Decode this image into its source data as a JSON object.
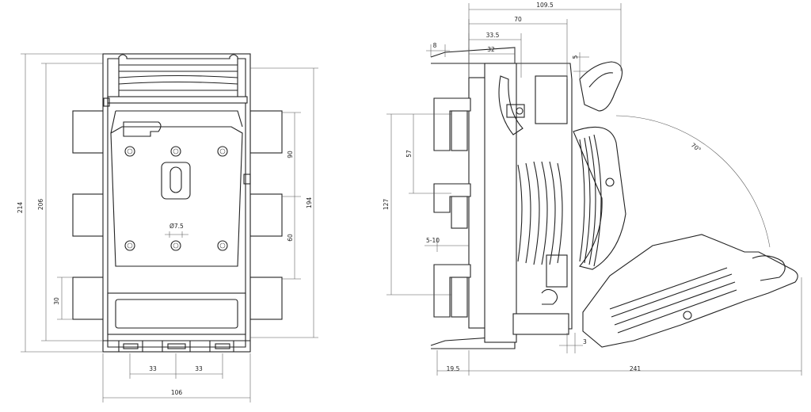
{
  "front_view": {
    "dims": {
      "d214": "214",
      "d206": "206",
      "d30": "30",
      "d90": "90",
      "d60": "60",
      "d194": "194",
      "d_hole": "Ø7.5",
      "d33_left": "33",
      "d33_right": "33",
      "d106": "106"
    }
  },
  "side_view": {
    "dims": {
      "d109_5": "109.5",
      "d70": "70",
      "d33_5": "33.5",
      "d32": "32",
      "d8": "8",
      "d5": "5",
      "d57": "57",
      "d127": "127",
      "d5_10": "5-10",
      "d19_5": "19.5",
      "d241": "241",
      "d3": "3",
      "angle": "70°"
    }
  }
}
